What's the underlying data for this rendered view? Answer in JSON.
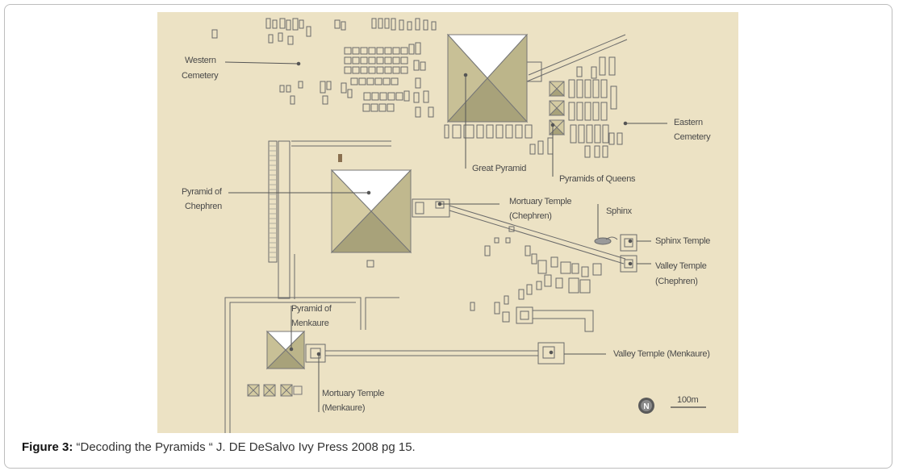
{
  "figure": {
    "labels": {
      "western_cemetery": [
        "Western",
        "Cemetery"
      ],
      "eastern_cemetery": [
        "Eastern",
        "Cemetery"
      ],
      "great_pyramid": "Great Pyramid",
      "pyramids_of_queens": "Pyramids of Queens",
      "pyramid_of_chephren": [
        "Pyramid of",
        "Chephren"
      ],
      "mortuary_temple_chephren": [
        "Mortuary Temple",
        "(Chephren)"
      ],
      "sphinx": "Sphinx",
      "sphinx_temple": "Sphinx Temple",
      "valley_temple_chephren": [
        "Valley Temple",
        "(Chephren)"
      ],
      "pyramid_of_menkaure": [
        "Pyramid of",
        "Menkaure"
      ],
      "valley_temple_menkaure": "Valley Temple (Menkaure)",
      "mortuary_temple_menkaure": [
        "Mortuary Temple",
        "(Menkaure)"
      ],
      "north_symbol": "N",
      "scale_label": "100m"
    },
    "colors": {
      "background": "#ece2c4",
      "ink": "#5a5a5a",
      "pyramid_light": "#e0d6b8",
      "pyramid_dark": "#a8a27a",
      "pyramid_white": "#ffffff"
    }
  },
  "caption": {
    "label": "Figure 3:",
    "text": " “Decoding the Pyramids “ J. DE DeSalvo Ivy Press 2008 pg 15."
  }
}
